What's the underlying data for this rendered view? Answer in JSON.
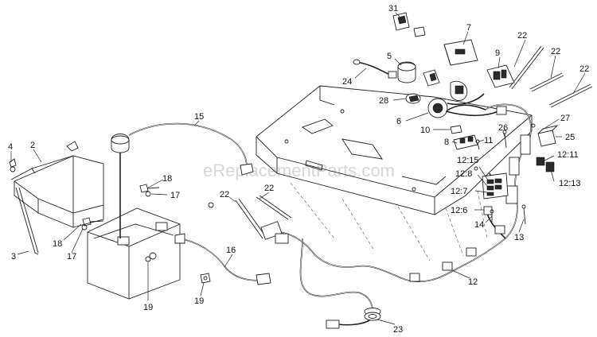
{
  "watermark": "eReplacementParts.com",
  "callouts": [
    "31",
    "7",
    "5",
    "22",
    "9",
    "22",
    "22",
    "24",
    "28",
    "6",
    "10",
    "8",
    "11",
    "26",
    "27",
    "25",
    "12:11",
    "12:13",
    "12:15",
    "12:8",
    "12:7",
    "12:6",
    "14",
    "13",
    "4",
    "2",
    "15",
    "18",
    "17",
    "22",
    "22",
    "18",
    "17",
    "3",
    "16",
    "19",
    "19",
    "12",
    "23"
  ]
}
